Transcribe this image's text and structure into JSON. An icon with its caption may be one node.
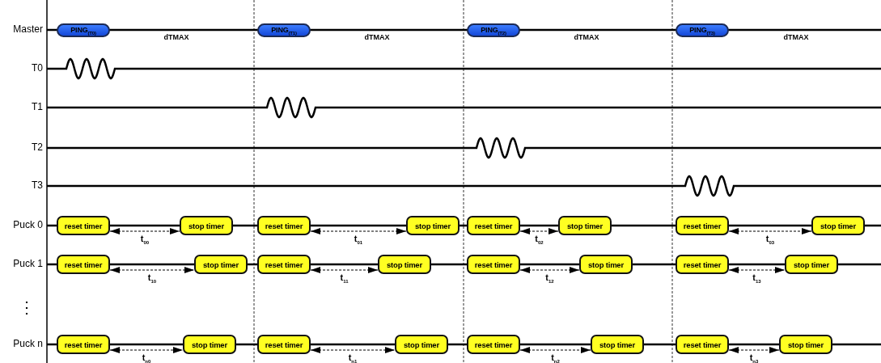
{
  "diagram": {
    "nodes": [
      {
        "text": [
          "PING$_{(T0)}$"
        ]
      },
      {
        "text": [
          "PING$_{(T1)}$"
        ]
      },
      {
        "text": [
          "PING$_{(T2)}$"
        ]
      },
      {
        "text": [
          "PING$_{(T3)}$"
        ]
      },
      {
        "text": [
          "reset timer"
        ]
      },
      {
        "text": [
          "stop timer"
        ]
      },
      {
        "text": [
          "reset timer"
        ]
      },
      {
        "text": [
          "stop timer"
        ]
      },
      {
        "text": [
          "reset timer"
        ]
      },
      {
        "text": [
          "stop timer"
        ]
      },
      {
        "text": [
          "reset timer"
        ]
      },
      {
        "text": [
          "stop timer"
        ]
      },
      {
        "text": [
          "reset timer"
        ]
      },
      {
        "text": [
          "stop timer"
        ]
      },
      {
        "text": [
          "reset timer"
        ]
      },
      {
        "text": [
          "stop timer"
        ]
      },
      {
        "text": [
          "reset timer"
        ]
      },
      {
        "text": [
          "stop timer"
        ]
      },
      {
        "text": [
          "reset timer"
        ]
      },
      {
        "text": [
          "stop timer"
        ]
      },
      {
        "text": [
          "reset timer"
        ]
      },
      {
        "text": [
          "stop timer"
        ]
      },
      {
        "text": [
          "reset timer"
        ]
      },
      {
        "text": [
          "stop timer"
        ]
      },
      {
        "text": [
          "reset timer"
        ]
      },
      {
        "text": [
          "stop timer"
        ]
      },
      {
        "text": [
          "reset timer"
        ]
      },
      {
        "text": [
          "stop timer"
        ]
      }
    ],
    "edges": [
      {
        "from": 4,
        "to": 5,
        "arrow": "both",
        "style": "dashed",
        "label": "t$_{00}$"
      },
      {
        "from": 6,
        "to": 7,
        "arrow": "both",
        "style": "dashed",
        "label": "t$_{01}$"
      },
      {
        "from": 8,
        "to": 9,
        "arrow": "both",
        "style": "dashed",
        "label": "t$_{02}$"
      },
      {
        "from": 10,
        "to": 11,
        "arrow": "both",
        "style": "dashed",
        "label": "t$_{03}$"
      },
      {
        "from": 12,
        "to": 13,
        "arrow": "both",
        "style": "dashed",
        "label": "t$_{10}$"
      },
      {
        "from": 14,
        "to": 15,
        "arrow": "both",
        "style": "dashed",
        "label": "t$_{11}$"
      },
      {
        "from": 16,
        "to": 17,
        "arrow": "both",
        "style": "dashed",
        "label": "t$_{12}$"
      },
      {
        "from": 18,
        "to": 19,
        "arrow": "both",
        "style": "dashed",
        "label": "t$_{13}$"
      },
      {
        "from": 20,
        "to": 21,
        "arrow": "both",
        "style": "dashed",
        "label": "t$_{n0}$"
      },
      {
        "from": 22,
        "to": 23,
        "arrow": "both",
        "style": "dashed",
        "label": "t$_{n1}$"
      },
      {
        "from": 24,
        "to": 25,
        "arrow": "both",
        "style": "dashed",
        "label": "t$_{n2}$"
      },
      {
        "from": 26,
        "to": 27,
        "arrow": "both",
        "style": "dashed",
        "label": "t$_{n3}$"
      }
    ],
    "labels": [
      "Master",
      "dTMAX",
      "dTMAX",
      "dTMAX",
      "dTMAX",
      "T0",
      "T1",
      "T2",
      "T3",
      "Puck 0",
      "Puck 1",
      "⋮",
      "Puck n"
    ]
  }
}
